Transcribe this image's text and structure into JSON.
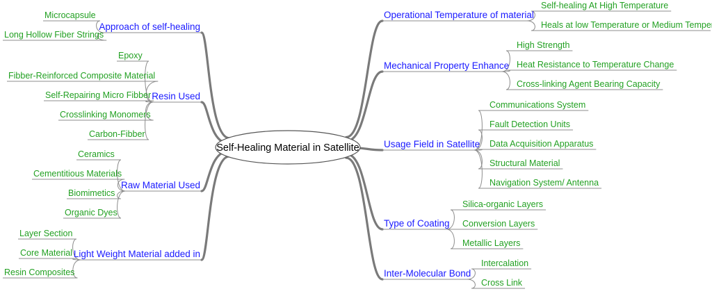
{
  "center": {
    "label": "Self-Healing Material in Satellite"
  },
  "colors": {
    "branch": "#1a1aff",
    "leaf": "#22a022",
    "line": "#8c8c8c",
    "trunk": "#7a7a7a"
  },
  "left_branches": [
    {
      "label": "Approach of self-healing",
      "leaves": [
        "Microcapsule",
        "Long Hollow Fiber Strings"
      ]
    },
    {
      "label": "Resin Used",
      "leaves": [
        "Epoxy",
        "Fibber-Reinforced Composite Material",
        "Self-Repairing Micro Fibber",
        "Crosslinking Monomers",
        "Carbon-Fibber"
      ]
    },
    {
      "label": "Raw Material Used",
      "leaves": [
        "Ceramics",
        "Cementitious Materials",
        "Biomimetics",
        "Organic Dyes"
      ]
    },
    {
      "label": "Light Weight Material added in",
      "leaves": [
        "Layer Section",
        "Core Material",
        "Resin Composites"
      ]
    }
  ],
  "right_branches": [
    {
      "label": "Operational Temperature of material",
      "leaves": [
        "Self-healing At High Temperature",
        "Heals at low Temperature or Medium Temperature"
      ]
    },
    {
      "label": "Mechanical Property Enhance",
      "leaves": [
        "High Strength",
        "Heat Resistance to Temperature Change",
        "Cross-linking Agent Bearing Capacity"
      ]
    },
    {
      "label": "Usage Field in Satellite",
      "leaves": [
        "Communications System",
        "Fault Detection Units",
        "Data Acquisition Apparatus",
        "Structural Material",
        "Navigation System/ Antenna"
      ]
    },
    {
      "label": "Type of Coating",
      "leaves": [
        "Silica-organic Layers",
        "Conversion Layers",
        "Metallic Layers"
      ]
    },
    {
      "label": "Inter-Molecular Bond",
      "leaves": [
        "Intercalation",
        "Cross Link"
      ]
    }
  ]
}
